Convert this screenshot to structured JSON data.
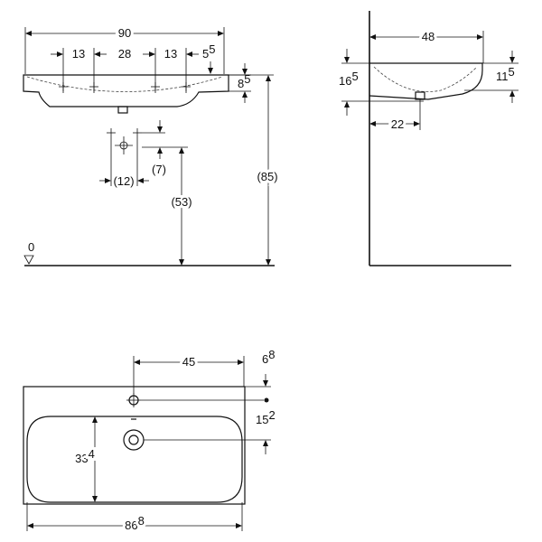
{
  "front_view": {
    "total_width": "90",
    "hole_spacing_left": "13",
    "hole_spacing_middle": "28",
    "hole_spacing_right": "13",
    "edge_offset": {
      "base": "5",
      "sup": "5"
    },
    "rim_thickness": {
      "base": "8",
      "sup": "5"
    },
    "floor_level": "0",
    "overall_height": "(85)",
    "drain_height": "(53)",
    "drain_spacing": "(12)",
    "drain_offset": "(7)"
  },
  "side_view": {
    "depth": "48",
    "height_front": {
      "base": "16",
      "sup": "5"
    },
    "height_back": {
      "base": "11",
      "sup": "5"
    },
    "drain_distance": "22"
  },
  "top_view": {
    "tap_offset": "45",
    "tap_back_distance": {
      "base": "6",
      "sup": "8"
    },
    "tap_to_drain": {
      "base": "15",
      "sup": "2"
    },
    "basin_depth": {
      "base": "33",
      "sup": "4"
    },
    "basin_width": {
      "base": "86",
      "sup": "8"
    }
  }
}
